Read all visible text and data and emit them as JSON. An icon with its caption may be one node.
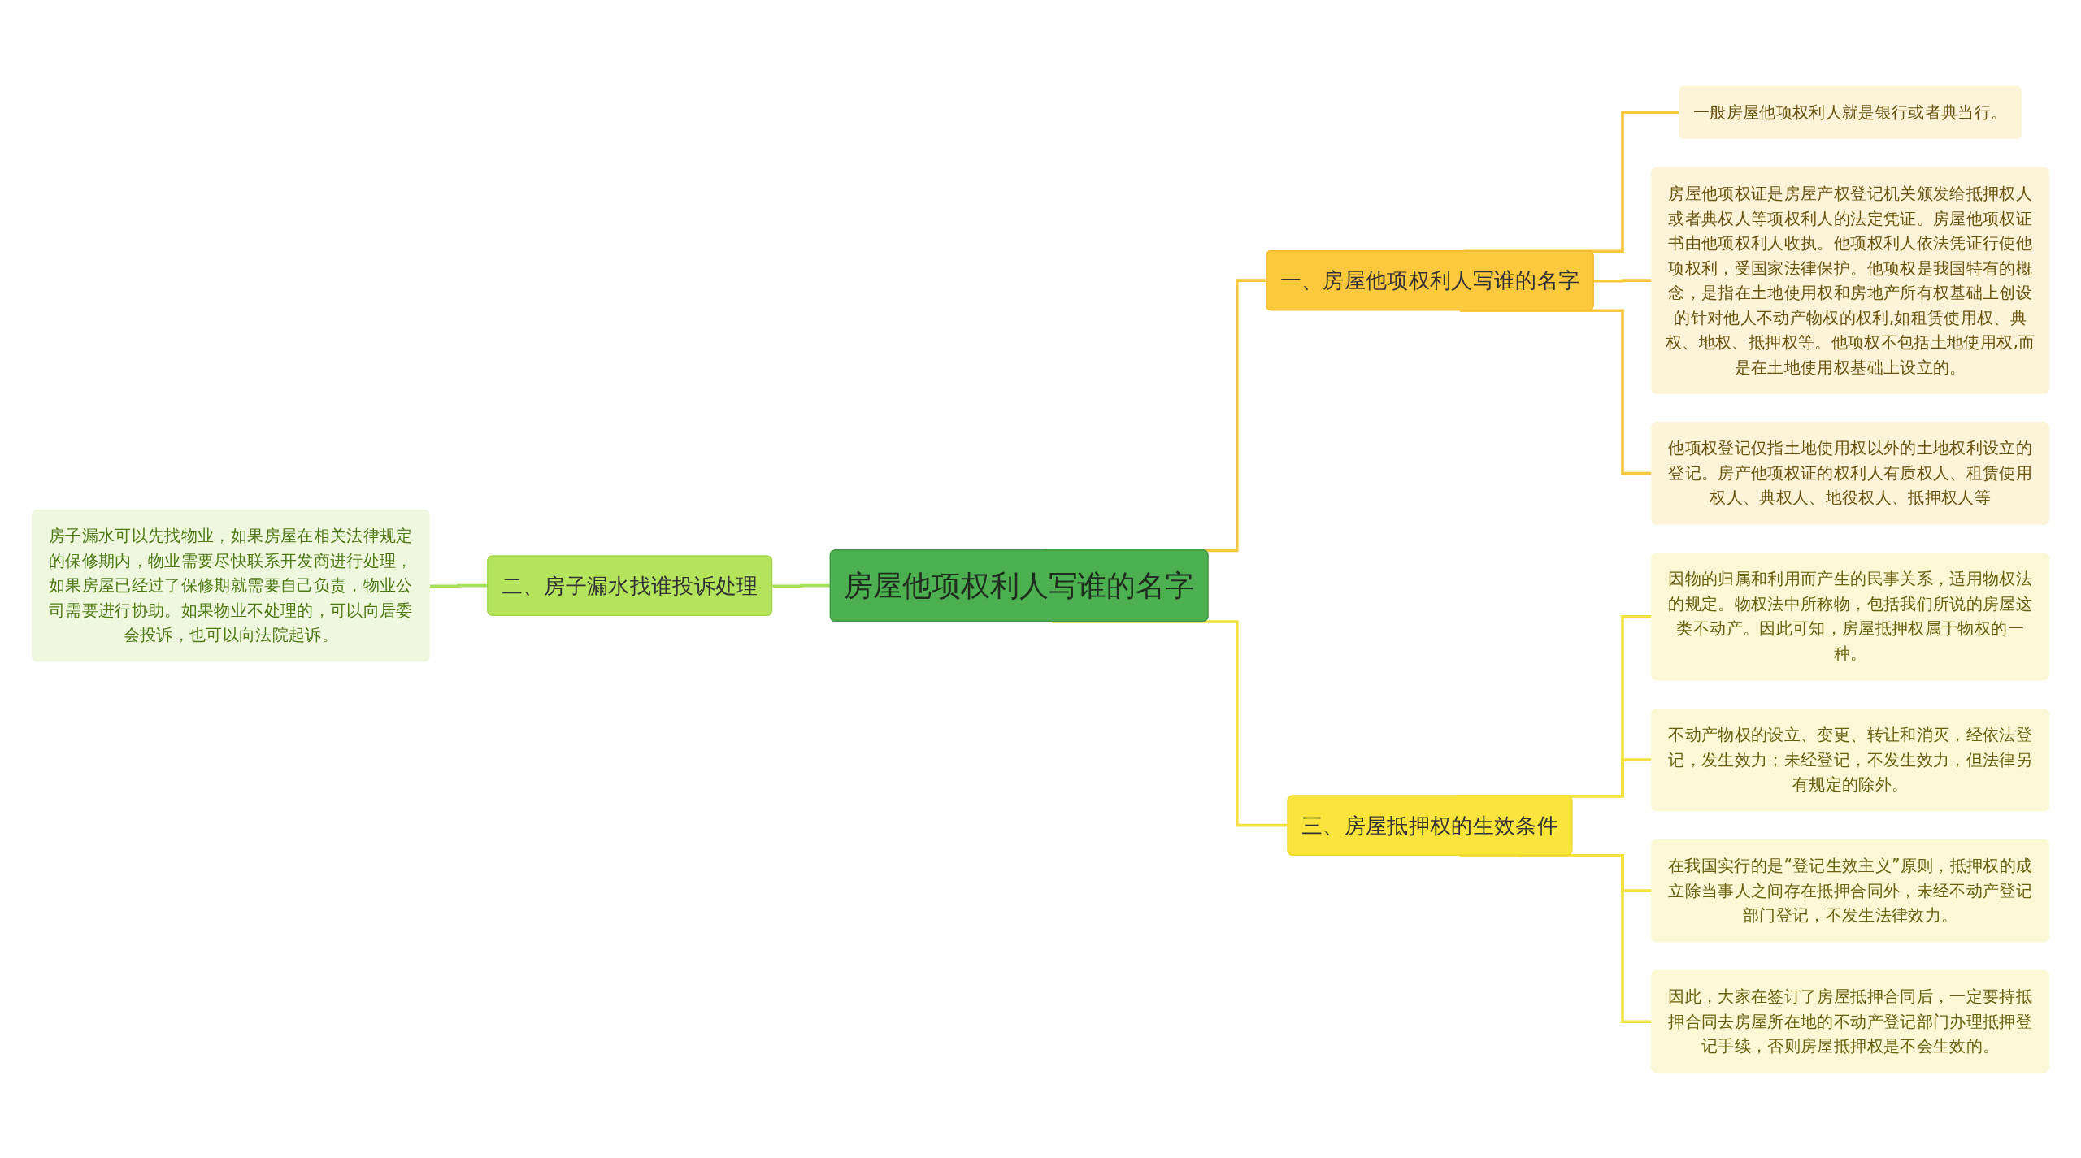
{
  "diagram": {
    "nodes": [
      {
        "text": [
          "房屋他项权利人写谁的名字"
        ]
      },
      {
        "text": [
          "一、房屋他项权利人写谁的名字"
        ]
      },
      {
        "text": [
          "一般房屋他项权利人就是银行或者典当行。"
        ]
      },
      {
        "text": [
          "房屋他项权证是房屋产权登记机关颁发给抵押权人或者典权人等项权利人的法定凭证。房屋他项权证书由他项权利人收执。他项权利人依法凭证行使他项权利，受国家法律保护。他项权是我国特有的概念，是指在土地使用权和房地产所有权基础上创设的针对他人不动产物权的权利,如租赁使用权、典权、地权、抵押权等。他项权不包括土地使用权,而是在土地使用权基础上设立的。"
        ]
      },
      {
        "text": [
          "他项权登记仅指土地使用权以外的土地权利设立的登记。房产他项权证的权利人有质权人、租赁使用权人、典权人、地役权人、抵押权人等"
        ]
      },
      {
        "text": [
          "二、房子漏水找谁投诉处理"
        ]
      },
      {
        "text": [
          "房子漏水可以先找物业，如果房屋在相关法律规定的保修期内，物业需要尽快联系开发商进行处理，如果房屋已经过了保修期就需要自己负责，物业公司需要进行协助。如果物业不处理的，可以向居委会投诉，也可以向法院起诉。"
        ]
      },
      {
        "text": [
          "三、房屋抵押权的生效条件"
        ]
      },
      {
        "text": [
          "因物的归属和利用而产生的民事关系，适用物权法的规定。物权法中所称物，包括我们所说的房屋这类不动产。因此可知，房屋抵押权属于物权的一种。"
        ]
      },
      {
        "text": [
          "不动产物权的设立、变更、转让和消灭，经依法登记，发生效力；未经登记，不发生效力，但法律另有规定的除外。"
        ]
      },
      {
        "text": [
          "在我国实行的是“登记生效主义”原则，抵押权的成立除当事人之间存在抵押合同外，未经不动产登记部门登记，不发生法律效力。"
        ]
      },
      {
        "text": [
          "因此，大家在签订了房屋抵押合同后，一定要持抵押合同去房屋所在地的不动产登记部门办理抵押登记手续，否则房屋抵押权是不会生效的。"
        ]
      }
    ],
    "edges": [
      {
        "from": 0,
        "to": 1,
        "arrow": "none",
        "color": "#f7c83e"
      },
      {
        "from": 1,
        "to": 2,
        "arrow": "none",
        "color": "#f7c83e"
      },
      {
        "from": 1,
        "to": 3,
        "arrow": "none",
        "color": "#f7c83e"
      },
      {
        "from": 1,
        "to": 4,
        "arrow": "none",
        "color": "#f7c83e"
      },
      {
        "from": 0,
        "to": 5,
        "arrow": "none",
        "color": "#a6e05a"
      },
      {
        "from": 5,
        "to": 6,
        "arrow": "none",
        "color": "#a6e05a"
      },
      {
        "from": 0,
        "to": 7,
        "arrow": "none"
      },
      {
        "from": 7,
        "to": 8,
        "arrow": "none"
      },
      {
        "from": 7,
        "to": 9,
        "arrow": "none"
      },
      {
        "from": 7,
        "to": 10,
        "arrow": "none"
      },
      {
        "from": 7,
        "to": 11,
        "arrow": "none"
      }
    ]
  }
}
